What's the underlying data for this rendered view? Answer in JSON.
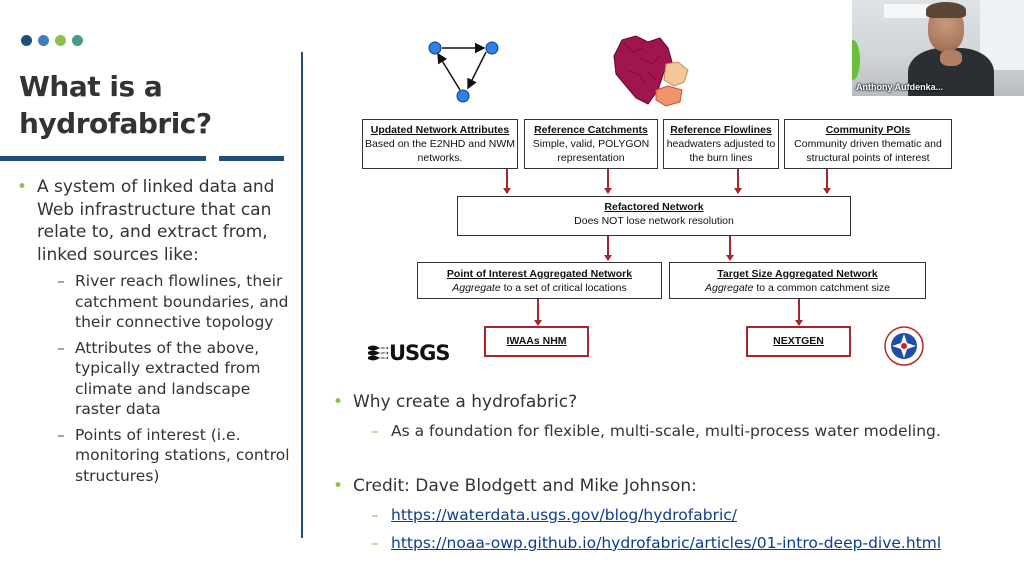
{
  "slide": {
    "title": "What is a hydrofabric?",
    "dot_colors": [
      "#1f4e79",
      "#3f7fbf",
      "#8bc34a",
      "#4a9a8a"
    ],
    "left_bullet": "A system of linked data and Web infrastructure that can relate to, and extract from, linked sources like:",
    "left_subs": [
      "River reach flowlines, their catchment boundaries, and their connective topology",
      "Attributes of the above, typically extracted from climate and landscape raster data",
      "Points of interest (i.e. monitoring stations, control structures)"
    ]
  },
  "diagram": {
    "box_updated_title": "Updated Network Attributes",
    "box_updated_body": "Based on the E2NHD and NWM networks.",
    "box_refcatch_title": "Reference Catchments",
    "box_refcatch_body": "Simple, valid, POLYGON representation",
    "box_refflow_title": "Reference Flowlines",
    "box_refflow_body": "headwaters adjusted to the burn lines",
    "box_poi_title": "Community POIs",
    "box_poi_body": "Community driven thematic and structural points of interest",
    "box_refactored_title": "Refactored Network",
    "box_refactored_body": "Does NOT lose network resolution",
    "box_poiagg_title": "Point of Interest Aggregated Network",
    "box_poiagg_em": "Aggregate",
    "box_poiagg_rest": " to a set of critical locations",
    "box_target_title": "Target Size Aggregated Network",
    "box_target_em": "Aggregate",
    "box_target_rest": " to a common catchment size",
    "box_iwaas": "IWAAs NHM",
    "box_nextgen": "NEXTGEN",
    "usgs_logo": "USGS",
    "accent_color": "#a8262b"
  },
  "bottom": {
    "why_bullet": "Why create a hydrofabric?",
    "why_sub": "As a foundation for flexible, multi-scale, multi-process water modeling.",
    "credit_bullet": "Credit: Dave Blodgett and Mike Johnson:",
    "link1": "https://waterdata.usgs.gov/blog/hydrofabric/",
    "link2": "https://noaa-owp.github.io/hydrofabric/articles/01-intro-deep-dive.html"
  },
  "video": {
    "participant_name": "Anthony Aufdenka..."
  }
}
